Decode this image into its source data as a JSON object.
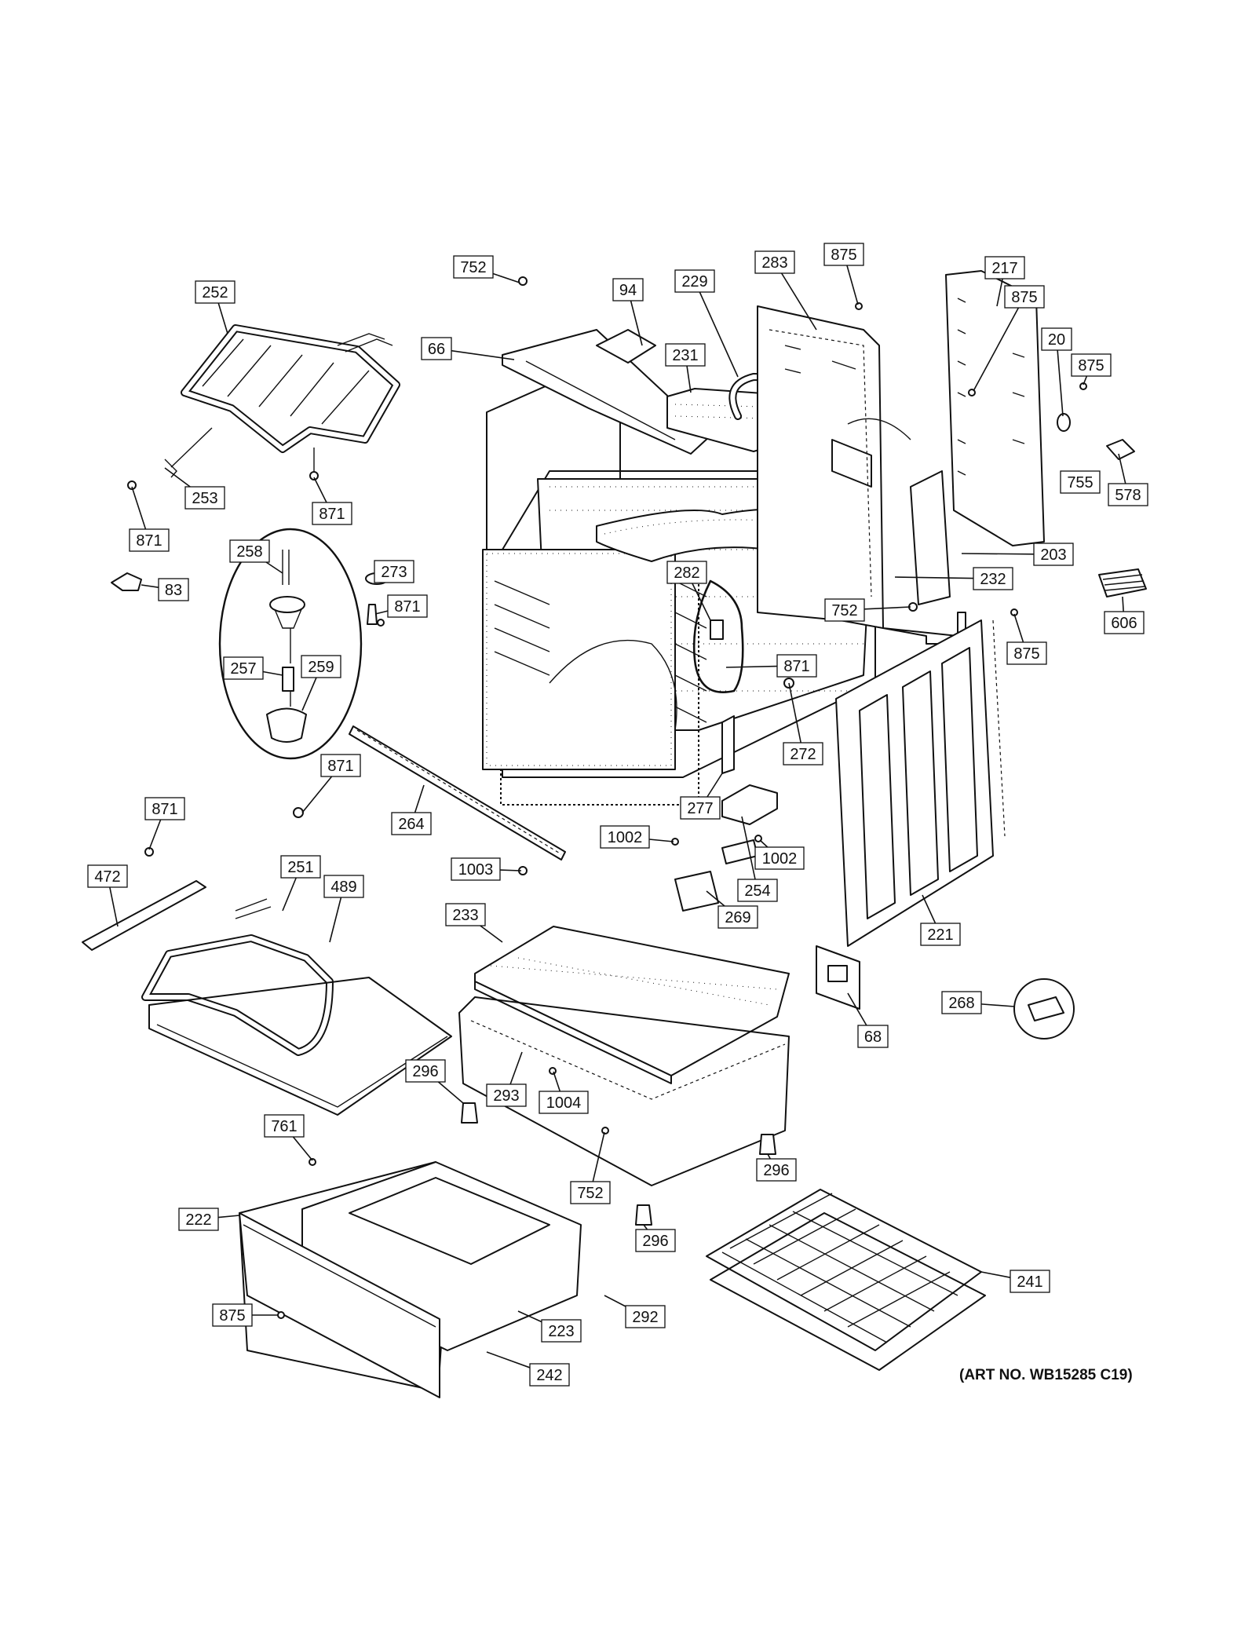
{
  "art_number": "(ART NO. WB15285 C19)",
  "callouts": [
    {
      "id": "c01",
      "label": "752"
    },
    {
      "id": "c02",
      "label": "94"
    },
    {
      "id": "c03",
      "label": "229"
    },
    {
      "id": "c04",
      "label": "283"
    },
    {
      "id": "c05",
      "label": "875"
    },
    {
      "id": "c06",
      "label": "217"
    },
    {
      "id": "c07",
      "label": "875"
    },
    {
      "id": "c08",
      "label": "20"
    },
    {
      "id": "c09",
      "label": "875"
    },
    {
      "id": "c10",
      "label": "252"
    },
    {
      "id": "c11",
      "label": "66"
    },
    {
      "id": "c12",
      "label": "231"
    },
    {
      "id": "c13",
      "label": "578"
    },
    {
      "id": "c14",
      "label": "755"
    },
    {
      "id": "c15",
      "label": "253"
    },
    {
      "id": "c16",
      "label": "871"
    },
    {
      "id": "c17",
      "label": "871"
    },
    {
      "id": "c18",
      "label": "203"
    },
    {
      "id": "c19",
      "label": "258"
    },
    {
      "id": "c20",
      "label": "273"
    },
    {
      "id": "c21",
      "label": "282"
    },
    {
      "id": "c22",
      "label": "232"
    },
    {
      "id": "c23",
      "label": "83"
    },
    {
      "id": "c24",
      "label": "871"
    },
    {
      "id": "c25",
      "label": "752"
    },
    {
      "id": "c26",
      "label": "606"
    },
    {
      "id": "c27",
      "label": "875"
    },
    {
      "id": "c28",
      "label": "257"
    },
    {
      "id": "c29",
      "label": "259"
    },
    {
      "id": "c30",
      "label": "871"
    },
    {
      "id": "c31",
      "label": "272"
    },
    {
      "id": "c32",
      "label": "871"
    },
    {
      "id": "c33",
      "label": "264"
    },
    {
      "id": "c34",
      "label": "277"
    },
    {
      "id": "c35",
      "label": "871"
    },
    {
      "id": "c36",
      "label": "1002"
    },
    {
      "id": "c37",
      "label": "1002"
    },
    {
      "id": "c38",
      "label": "1003"
    },
    {
      "id": "c39",
      "label": "472"
    },
    {
      "id": "c40",
      "label": "251"
    },
    {
      "id": "c41",
      "label": "489"
    },
    {
      "id": "c42",
      "label": "254"
    },
    {
      "id": "c43",
      "label": "233"
    },
    {
      "id": "c44",
      "label": "269"
    },
    {
      "id": "c45",
      "label": "221"
    },
    {
      "id": "c46",
      "label": "268"
    },
    {
      "id": "c47",
      "label": "68"
    },
    {
      "id": "c48",
      "label": "296"
    },
    {
      "id": "c49",
      "label": "293"
    },
    {
      "id": "c50",
      "label": "1004"
    },
    {
      "id": "c51",
      "label": "761"
    },
    {
      "id": "c52",
      "label": "296"
    },
    {
      "id": "c53",
      "label": "752"
    },
    {
      "id": "c54",
      "label": "222"
    },
    {
      "id": "c55",
      "label": "296"
    },
    {
      "id": "c56",
      "label": "241"
    },
    {
      "id": "c57",
      "label": "875"
    },
    {
      "id": "c58",
      "label": "292"
    },
    {
      "id": "c59",
      "label": "223"
    },
    {
      "id": "c60",
      "label": "242"
    }
  ]
}
